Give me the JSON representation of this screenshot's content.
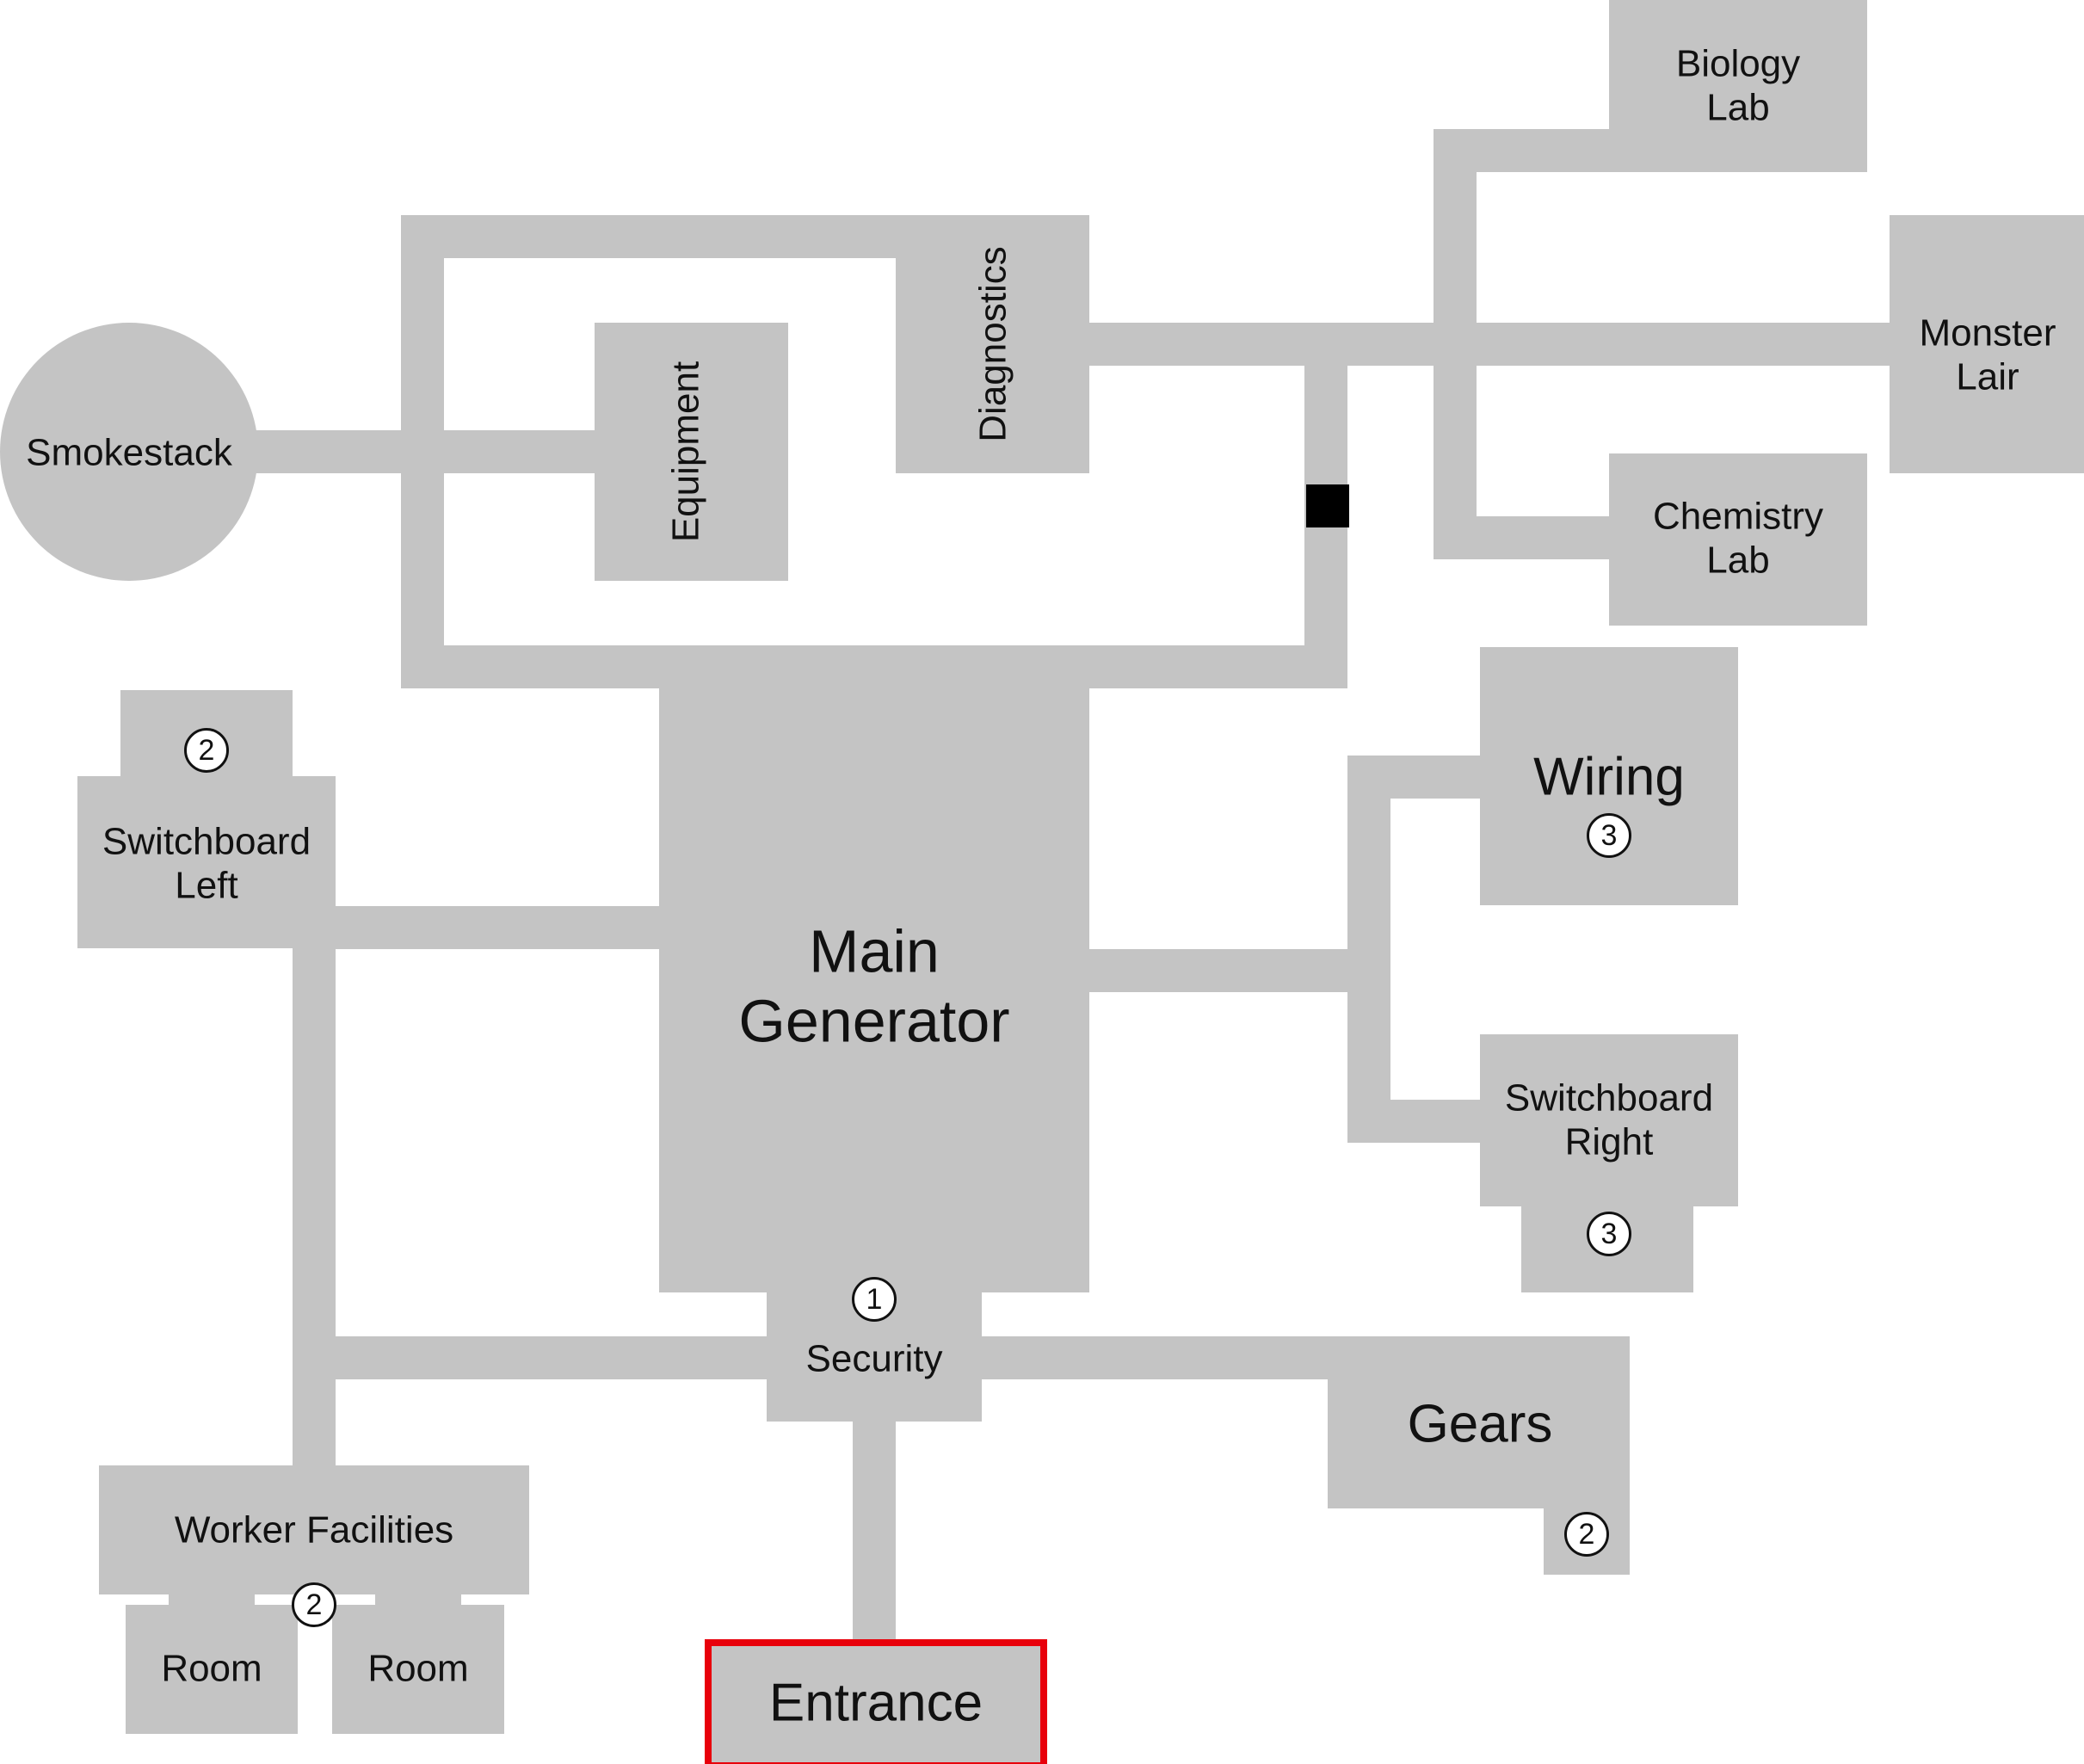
{
  "colors": {
    "room": "#c4c4c4",
    "text": "#111111",
    "door": "#000000",
    "highlight": "#e8000b",
    "background": "#ffffff"
  },
  "rooms": {
    "biology_lab": [
      "Biology",
      "Lab"
    ],
    "monster_lair": [
      "Monster",
      "Lair"
    ],
    "chemistry_lab": [
      "Chemistry",
      "Lab"
    ],
    "diagnostics": "Diagnostics",
    "equipment": "Equipment",
    "smokestack": "Smokestack",
    "switchboard_left": [
      "Switchboard",
      "Left"
    ],
    "main_generator": [
      "Main",
      "Generator"
    ],
    "wiring": "Wiring",
    "switchboard_right": [
      "Switchboard",
      "Right"
    ],
    "security": "Security",
    "gears": "Gears",
    "worker_facilities": "Worker Facilities",
    "room_left": "Room",
    "room_right": "Room",
    "entrance": "Entrance"
  },
  "badges": {
    "switchboard_left": "2",
    "wiring": "3",
    "switchboard_right": "3",
    "security": "1",
    "gears": "2",
    "worker_facilities": "2"
  }
}
